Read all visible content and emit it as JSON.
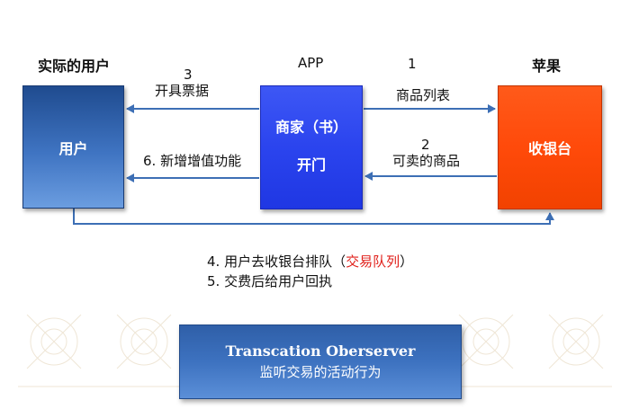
{
  "headers": {
    "real_user": "实际的用户",
    "app": "APP",
    "apple": "苹果"
  },
  "boxes": {
    "user": "用户",
    "merchant_line1": "商家（书）",
    "merchant_line2": "开门",
    "cashier": "收银台"
  },
  "flows": {
    "step1_number": "1",
    "step1_label": "商品列表",
    "step2_number": "2",
    "step2_label": "可卖的商品",
    "step3_number": "3",
    "step3_label": "开具票据",
    "step6_label": "6. 新增增值功能"
  },
  "notes": {
    "line4_prefix": "4. 用户去收银台排队（",
    "line4_highlight": "交易队列",
    "line4_suffix": "）",
    "line5": "5. 交费后给用户回执"
  },
  "observer": {
    "title": "Transcation Oberserver",
    "subtitle": "监听交易的活动行为"
  },
  "colors": {
    "arrow": "#3d6fb5",
    "highlight": "#e0201b",
    "cashier": "#ff4a0a",
    "merchant": "#2b44ee",
    "user": "#3f74c2"
  }
}
